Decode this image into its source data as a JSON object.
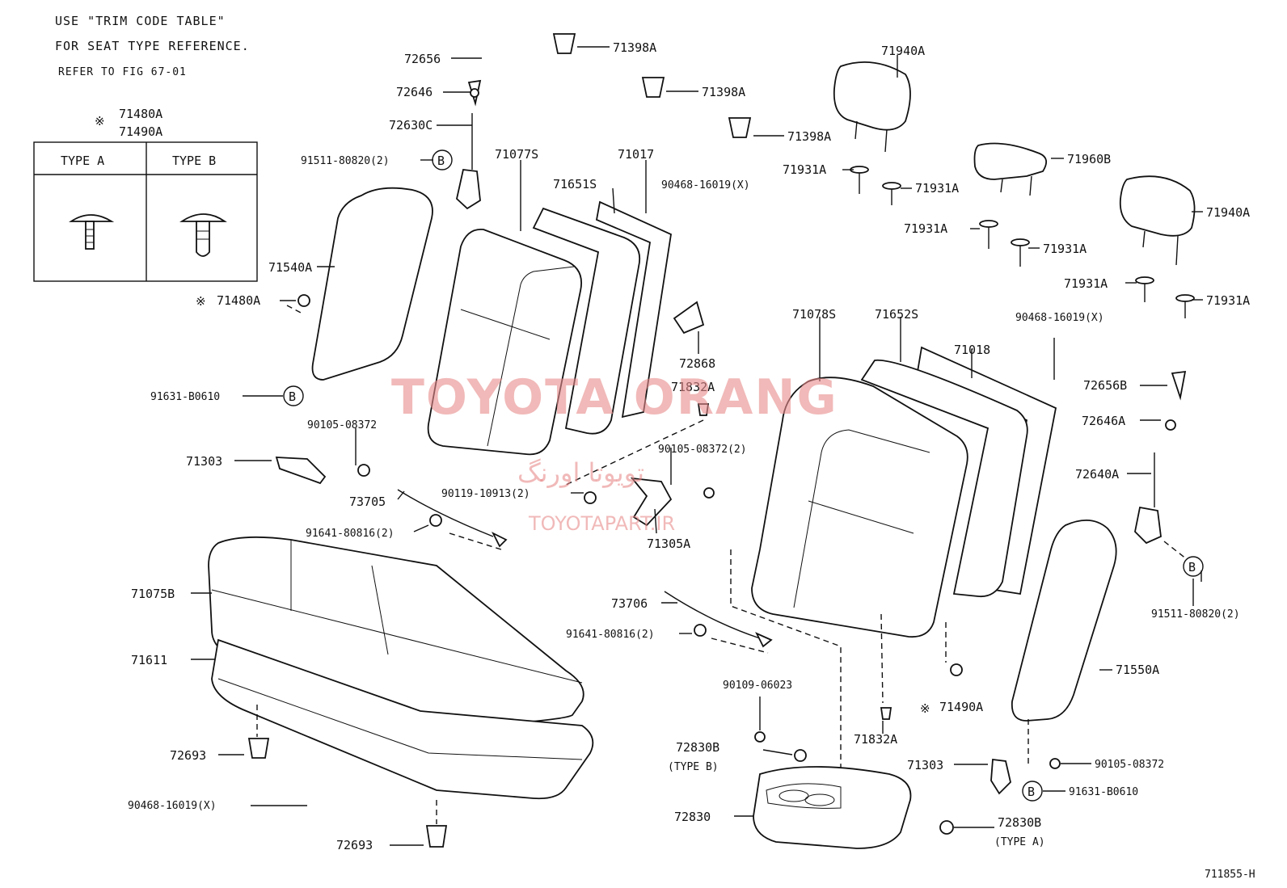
{
  "notes": {
    "line1": "USE \"TRIM CODE TABLE\"",
    "line2": "FOR SEAT TYPE REFERENCE.",
    "line3": "REFER TO FIG 67-01"
  },
  "legend": {
    "mark": "※",
    "code1": "71480A",
    "code2": "71490A",
    "type_a": "TYPE A",
    "type_b": "TYPE B"
  },
  "watermark": {
    "main": "TOYOTA ORANG",
    "persian": "تویوتا اورنگ",
    "site": "TOYOTAPART.IR"
  },
  "callout_letter": "B",
  "labels": {
    "p72656": "72656",
    "p72646": "72646",
    "p72630C": "72630C",
    "p91511_l": "91511-80820(2)",
    "p71398A_1": "71398A",
    "p71398A_2": "71398A",
    "p71398A_3": "71398A",
    "p71940A_1": "71940A",
    "p71960B": "71960B",
    "p71940A_2": "71940A",
    "p71077S": "71077S",
    "p71017": "71017",
    "p71651S": "71651S",
    "p90468_1": "90468-16019(X)",
    "p71931A_1": "71931A",
    "p71931A_2": "71931A",
    "p71931A_3": "71931A",
    "p71931A_4": "71931A",
    "p71931A_5": "71931A",
    "p71931A_6": "71931A",
    "p71540A": "71540A",
    "p71480A": "71480A",
    "p91631_l": "91631-B0610",
    "p72868": "72868",
    "p71832A_1": "71832A",
    "p71078S": "71078S",
    "p71652S": "71652S",
    "p71018": "71018",
    "p90468_2": "90468-16019(X)",
    "p72656B": "72656B",
    "p72646A": "72646A",
    "p72640A": "72640A",
    "p90105_1": "90105-08372",
    "p71303_1": "71303",
    "p90105_2": "90105-08372(2)",
    "p90119": "90119-10913(2)",
    "p73705": "73705",
    "p91641_1": "91641-80816(2)",
    "p71305A": "71305A",
    "p91511_r": "91511-80820(2)",
    "p71075B": "71075B",
    "p73706": "73706",
    "p91641_2": "91641-80816(2)",
    "p71611": "71611",
    "p71550A": "71550A",
    "p90109": "90109-06023",
    "p71490A": "71490A",
    "p71832A_2": "71832A",
    "p72693_1": "72693",
    "p72830B_1": "72830B",
    "p72830B_1t": "(TYPE B)",
    "p71303_2": "71303",
    "p90105_3": "90105-08372",
    "p91631_r": "91631-B0610",
    "p90468_3": "90468-16019(X)",
    "p72830": "72830",
    "p72830B_2": "72830B",
    "p72830B_2t": "(TYPE A)",
    "p72693_2": "72693",
    "drawing_id": "711855-H"
  }
}
